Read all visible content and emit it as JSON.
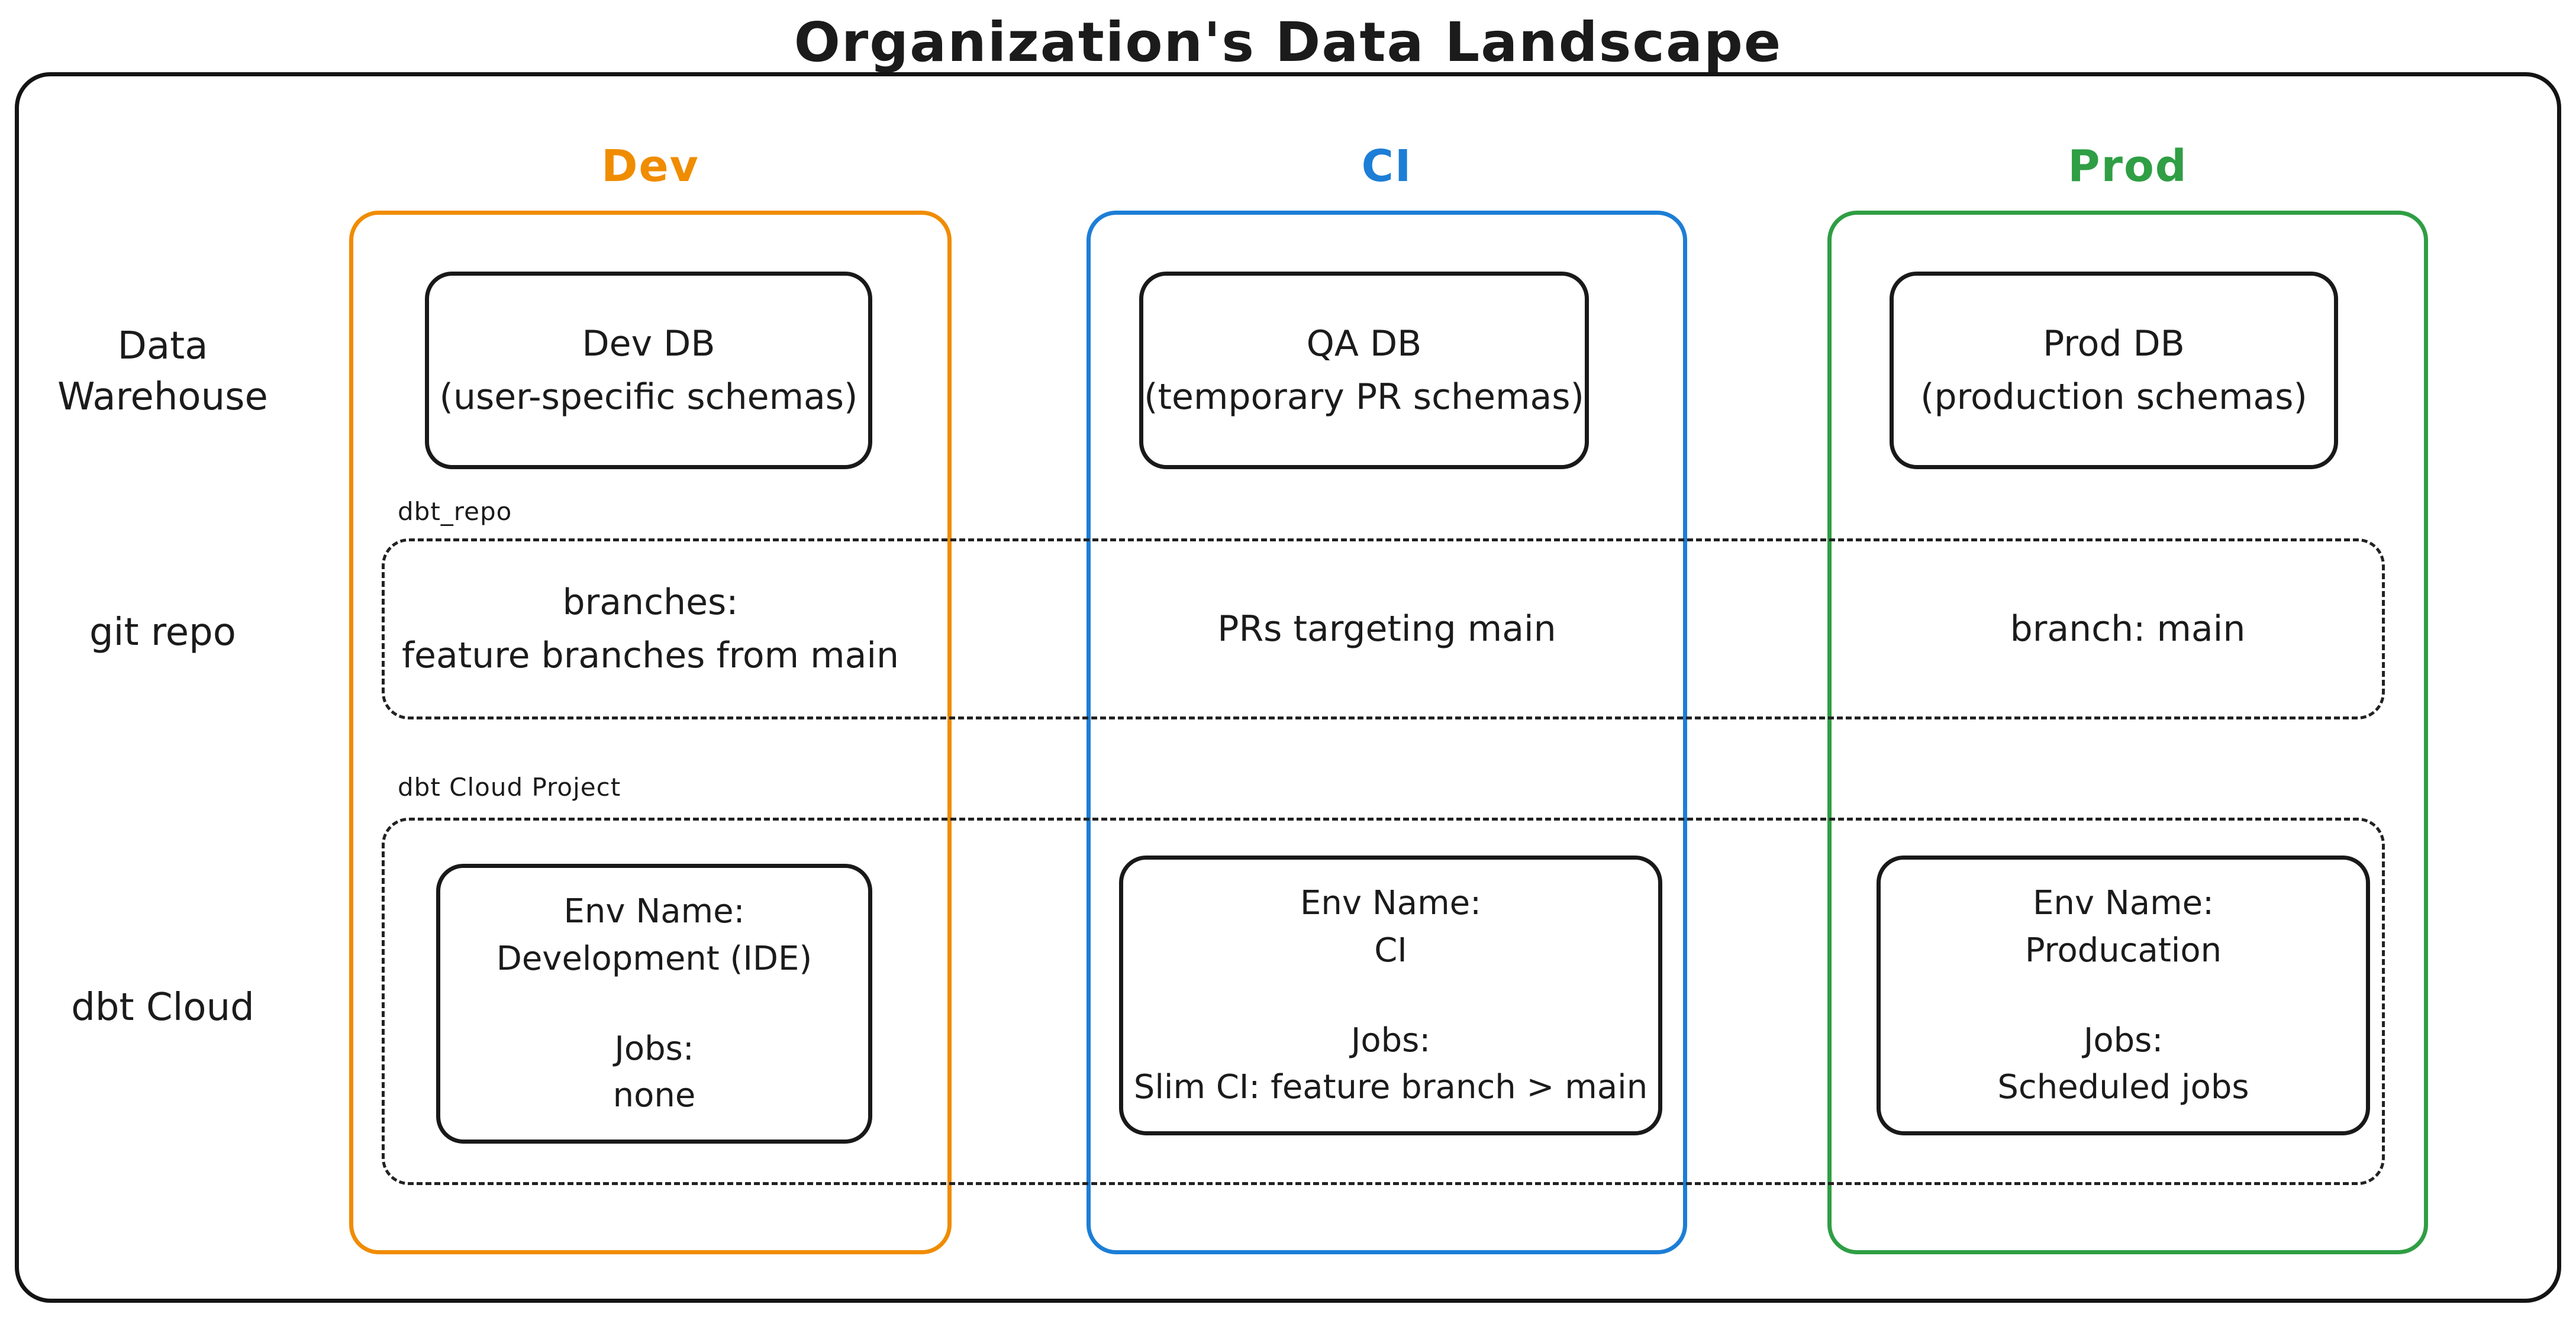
{
  "title": "Organization's Data Landscape",
  "row_labels": {
    "data_warehouse": "Data Warehouse",
    "git_repo": "git repo",
    "dbt_cloud": "dbt Cloud"
  },
  "group_labels": {
    "git_box": "dbt_repo",
    "dbt_box": "dbt Cloud Project"
  },
  "colors": {
    "dev_accent": "#f08c00",
    "ci_accent": "#1c7ed6",
    "prod_accent": "#2f9e44",
    "ink": "#1b1b1b"
  },
  "columns": [
    {
      "label": "Dev",
      "db_title": "Dev DB",
      "db_subtitle": "(user-specific schemas)",
      "git_line1": "branches:",
      "git_line2": "feature branches from main",
      "env_name_label": "Env Name:",
      "env_name": "Development (IDE)",
      "jobs_label": "Jobs:",
      "jobs": "none"
    },
    {
      "label": "CI",
      "db_title": "QA DB",
      "db_subtitle": "(temporary PR schemas)",
      "git_line1": "PRs targeting main",
      "git_line2": "",
      "env_name_label": "Env Name:",
      "env_name": "CI",
      "jobs_label": "Jobs:",
      "jobs": "Slim CI: feature branch > main"
    },
    {
      "label": "Prod",
      "db_title": "Prod DB",
      "db_subtitle": "(production schemas)",
      "git_line1": "branch: main",
      "git_line2": "",
      "env_name_label": "Env Name:",
      "env_name": "Producation",
      "jobs_label": "Jobs:",
      "jobs": "Scheduled jobs"
    }
  ]
}
